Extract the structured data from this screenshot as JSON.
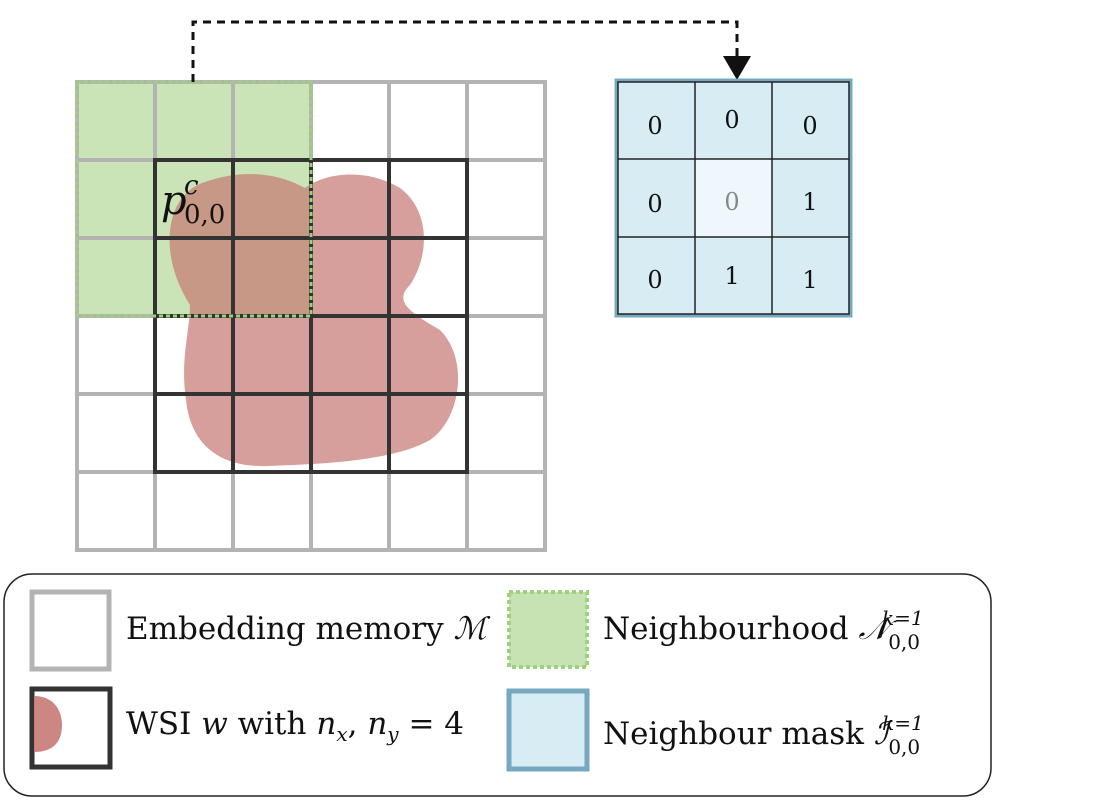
{
  "colors": {
    "memory_grid": "#b3b3b3",
    "wsi_grid": "#333333",
    "neighbourhood_fill": "#c7e3b3",
    "neighbourhood_border": "#9ed07e",
    "lesion": "#c77a74",
    "mask_fill": "#d8ecf4",
    "mask_border": "#76a9c0",
    "mask_center": "#eef7fb",
    "arrow": "#111111"
  },
  "patch_label": {
    "base": "p",
    "superscript": "c",
    "subscript": "0,0"
  },
  "mask": {
    "values": [
      [
        "0",
        "0",
        "0"
      ],
      [
        "0",
        "0",
        "1"
      ],
      [
        "0",
        "1",
        "1"
      ]
    ]
  },
  "legend": {
    "memory": {
      "text": "Embedding memory ",
      "symbol": "ℳ",
      "icon": "memory-swatch-icon"
    },
    "wsi": {
      "text": "WSI ",
      "var": "w",
      "mid": " with ",
      "nx": "n",
      "nx_sub": "x",
      "comma": ", ",
      "ny": "n",
      "ny_sub": "y",
      "eq": " = 4",
      "icon": "wsi-swatch-icon"
    },
    "neighbourhood": {
      "text": "Neighbourhood ",
      "symbol": "𝒩",
      "sub": "0,0",
      "sup": "k=1",
      "icon": "neighbourhood-swatch-icon"
    },
    "mask": {
      "text": "Neighbour mask ",
      "symbol": "ℐ",
      "sub": "0,0",
      "sup": "k=1",
      "icon": "mask-swatch-icon"
    }
  }
}
